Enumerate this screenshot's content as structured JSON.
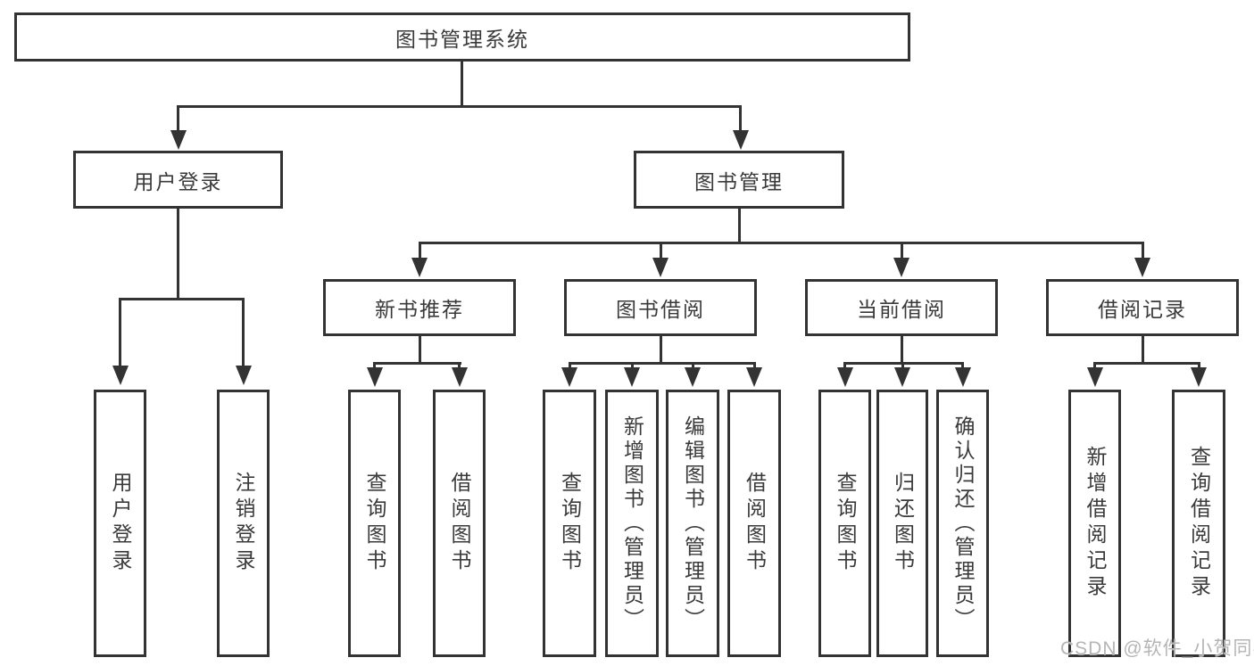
{
  "nodes": {
    "root": "图书管理系统",
    "level2": [
      "用户登录",
      "图书管理"
    ],
    "level3": [
      "新书推荐",
      "图书借阅",
      "当前借阅",
      "借阅记录"
    ],
    "leaves": {
      "login": [
        "用户登录",
        "注销登录"
      ],
      "new_books": [
        "查询图书",
        "借阅图书"
      ],
      "book_borrow": [
        "查询图书",
        "新增图书（管理员）",
        "编辑图书（管理员）",
        "借阅图书"
      ],
      "current_borrow": [
        "查询图书",
        "归还图书",
        "确认归还（管理员）"
      ],
      "borrow_records": [
        "新增借阅记录",
        "查询借阅记录"
      ]
    }
  },
  "watermark": {
    "text": "CSDN @软件_小贺同学"
  },
  "colors": {
    "line": "#333333",
    "text": "#3a3a3a",
    "bg": "#ffffff",
    "watermark": "#b5b5b5"
  }
}
